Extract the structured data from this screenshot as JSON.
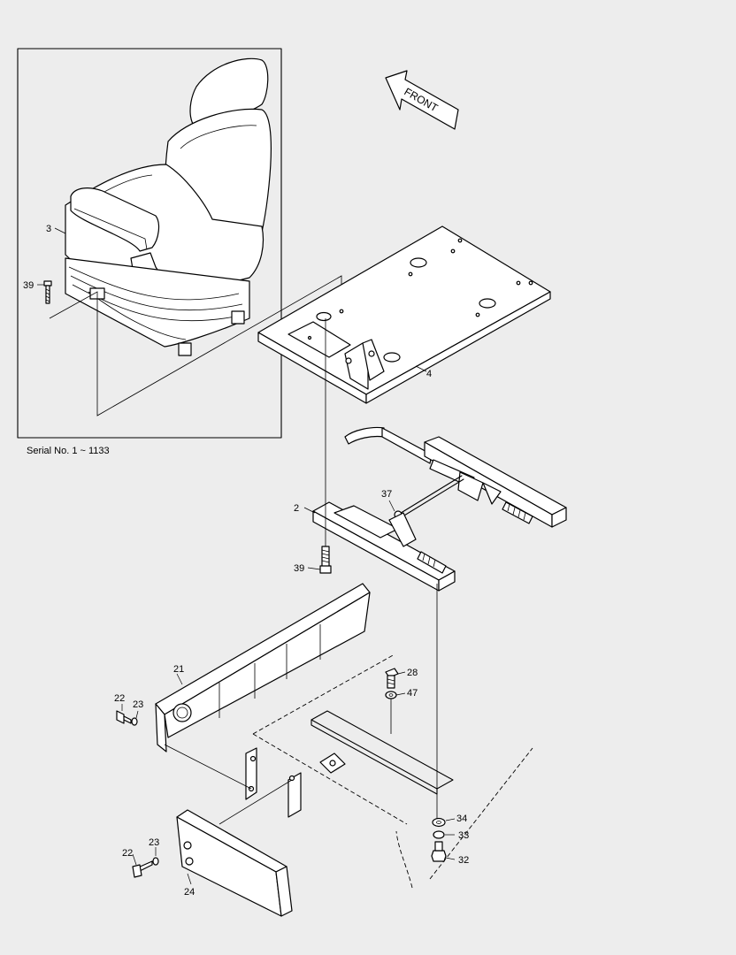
{
  "serial_note": "Serial No. 1 ~ 1133",
  "front_label": "FRONT",
  "callouts": {
    "c2": "2",
    "c3": "3",
    "c4": "4",
    "c21": "21",
    "c22a": "22",
    "c22b": "22",
    "c23a": "23",
    "c23b": "23",
    "c24": "24",
    "c28": "28",
    "c32": "32",
    "c33": "33",
    "c34": "34",
    "c37": "37",
    "c39a": "39",
    "c39b": "39",
    "c47": "47"
  },
  "colors": {
    "background": "#ededed",
    "line": "#000000",
    "part_fill": "#ffffff"
  }
}
